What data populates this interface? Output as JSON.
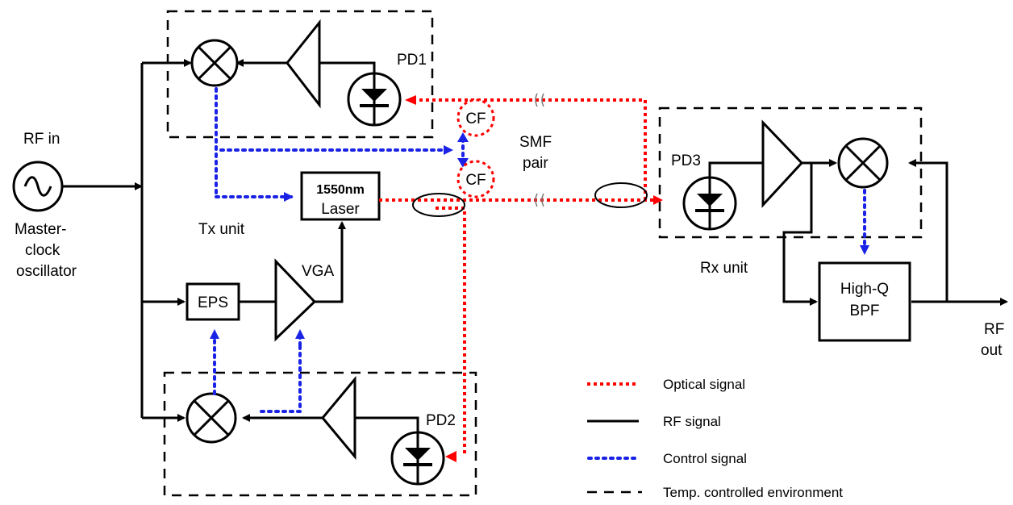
{
  "labels": {
    "rf_in": "RF in",
    "master_clock_1": "Master-",
    "master_clock_2": "clock",
    "master_clock_3": "oscillator",
    "tx_unit": "Tx unit",
    "rx_unit": "Rx unit",
    "pd1": "PD1",
    "pd2": "PD2",
    "pd3": "PD3",
    "cf_top": "CF",
    "cf_bottom": "CF",
    "smf_1": "SMF",
    "smf_2": "pair",
    "laser_1": "1550nm",
    "laser_2": "Laser",
    "eps": "EPS",
    "vga": "VGA",
    "bpf_1": "High-Q",
    "bpf_2": "BPF",
    "rf_out_1": "RF",
    "rf_out_2": "out"
  },
  "legend": {
    "optical": "Optical signal",
    "rf": "RF signal",
    "control": "Control signal",
    "env": "Temp. controlled environment"
  },
  "colors": {
    "optical": "#ff0000",
    "control": "#1a22e6",
    "rf": "#000000"
  }
}
